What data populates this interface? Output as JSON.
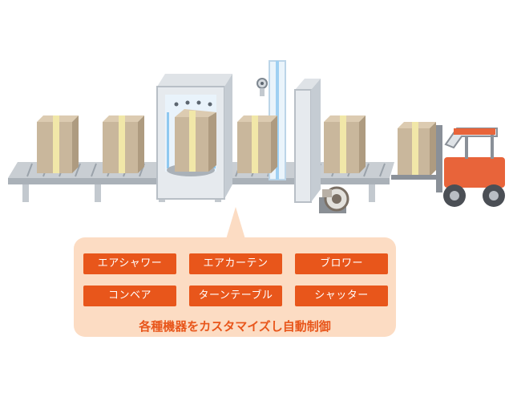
{
  "equipment_labels": [
    "エアシャワー",
    "エアカーテン",
    "ブロワー",
    "コンベア",
    "ターンテーブル",
    "シャッター"
  ],
  "caption": "各種機器をカスタマイズし自動制御",
  "colors": {
    "accent": "#e8561b",
    "callout_bg": "#fcdcc3",
    "box": "#c9b79c",
    "tape": "#f1e7a8",
    "conveyor_frame": "#b5bcc4",
    "forklift": "#e8643a"
  },
  "icons": [
    "cardboard-box-icon",
    "forklift-icon",
    "blower-icon",
    "air-shower-booth-icon",
    "air-curtain-icon",
    "shutter-icon"
  ]
}
